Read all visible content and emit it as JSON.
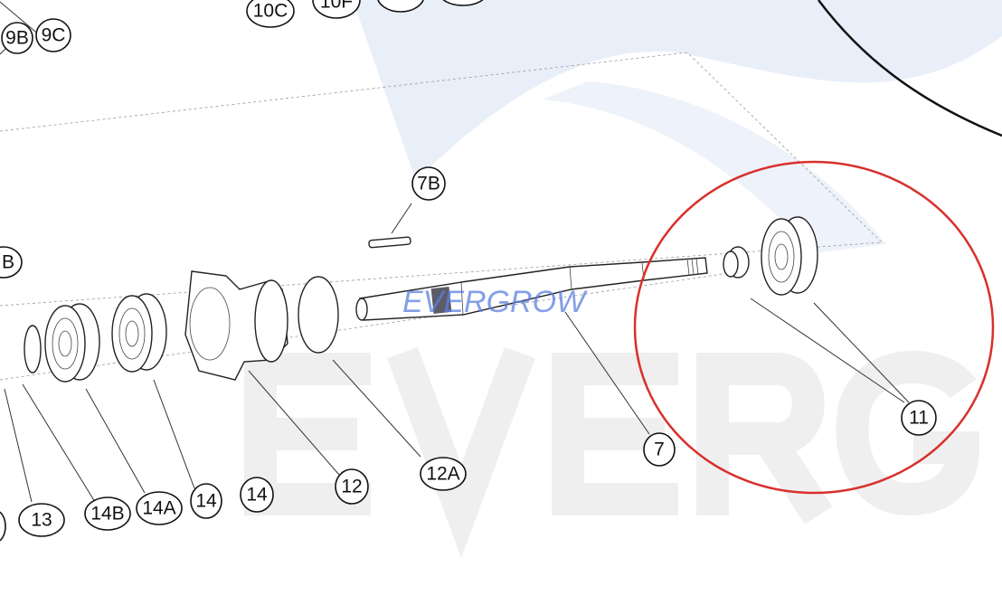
{
  "diagram": {
    "labels": {
      "l9b": "9B",
      "l9c": "9C",
      "l10c": "10C",
      "l10f": "10F",
      "lB": "B",
      "l13": "13",
      "l14b": "14B",
      "l14a": "14A",
      "l14_1": "14",
      "l14_2": "14",
      "l12": "12",
      "l12a": "12A",
      "l7": "7",
      "l7b": "7B",
      "l11": "11"
    },
    "watermark_small": "EVERGROW",
    "watermark_large": "EVERG",
    "colors": {
      "highlight_circle": "#d9302c",
      "watermark_blue": "#5b7fe0",
      "background_swoosh": "#e8eef8",
      "watermark_gray": "#eeeeee"
    }
  }
}
